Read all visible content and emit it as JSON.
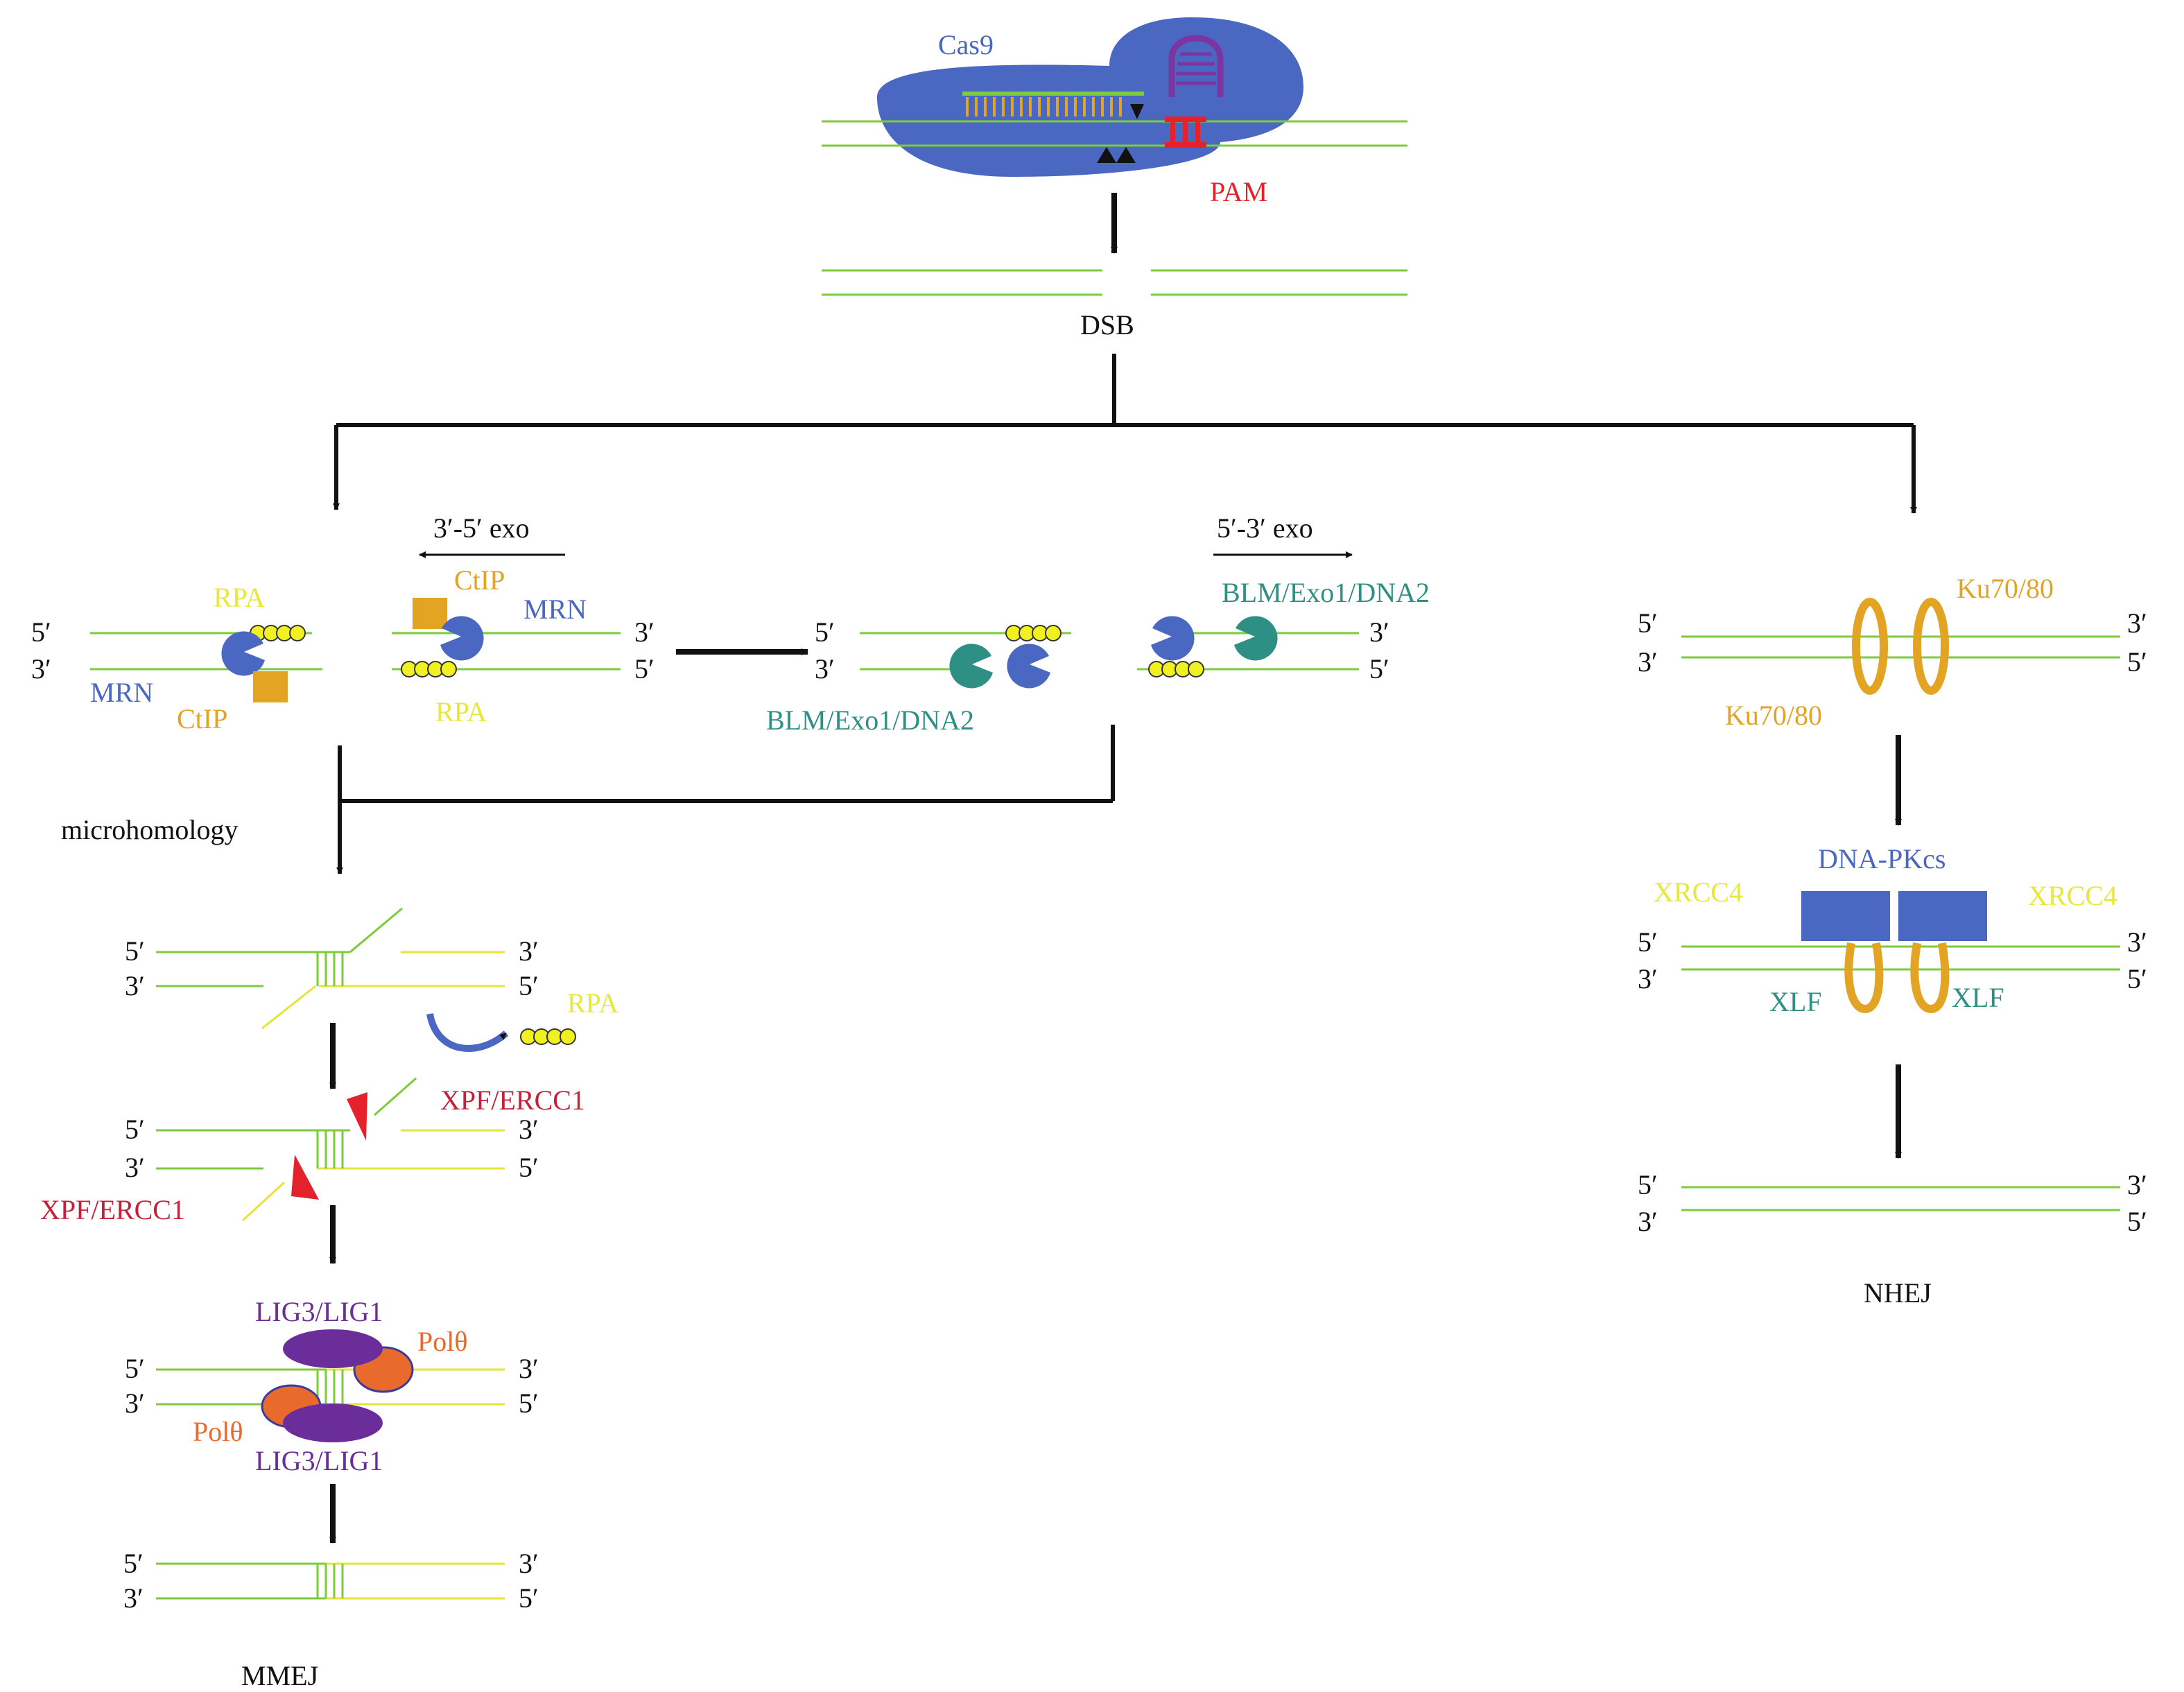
{
  "colors": {
    "dna_green": "#7ccb3b",
    "dna_yellow": "#e4e43a",
    "cas9_blue": "#4a68c2",
    "guide_purple": "#7b35a0",
    "pam_red": "#e5222b",
    "ctip_orange": "#e3a424",
    "mrn_blue": "#4a68c2",
    "blm_teal": "#2e8f84",
    "rpa_yellow": "#f1f020",
    "xpf_red": "#c4203a",
    "lig_purple": "#6a2d99",
    "pol_orange": "#e86a2c",
    "ku_orange": "#e3a424",
    "pkcs_blue": "#4a68c2",
    "xrcc4_yellow": "#e8e83c",
    "xlf_teal": "#2e8f84",
    "arrow": "#111111"
  },
  "icons": [
    "cas9-protein",
    "guide-rna-hairpin",
    "pam-site",
    "mrn-pacman",
    "ctip-square",
    "rpa-beads",
    "blm-pacman",
    "ku-ring",
    "dna-pkcs-block",
    "xpf-ercc1-wedge",
    "lig3-ellipse",
    "pol-theta-ellipse"
  ],
  "labels": {
    "cas9": "Cas9",
    "pam": "PAM",
    "dsb": "DSB",
    "exo35": "3′-5′ exo",
    "exo53": "5′-3′ exo",
    "rpa": "RPA",
    "ctip": "CtIP",
    "mrn": "MRN",
    "blm": "BLM/Exo1/DNA2",
    "microhomology": "microhomology",
    "xpf": "XPF/ERCC1",
    "lig": "LIG3/LIG1",
    "pol": "Polθ",
    "mmej": "MMEJ",
    "ku": "Ku70/80",
    "dnapkcs": "DNA-PKcs",
    "xrcc4": "XRCC4",
    "xlf": "XLF",
    "nhej": "NHEJ"
  },
  "ends": {
    "five": "5′",
    "three": "3′"
  }
}
